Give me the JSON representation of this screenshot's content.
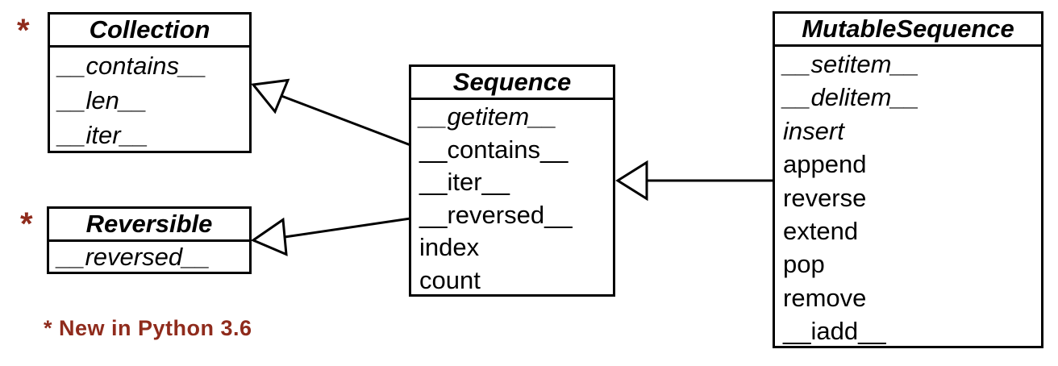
{
  "diagram": {
    "type": "uml-class-diagram",
    "title_semantics": "Python collections.abc sequence class hierarchy",
    "footnote": "* New in Python 3.6",
    "asterisk": "*",
    "accent_color": "#8f2b1c",
    "line_color": "#000000",
    "background_color": "#ffffff"
  },
  "classes": {
    "collection": {
      "title": "Collection",
      "new_in_python_36": true,
      "members": [
        {
          "name": "__contains__",
          "abstract": true
        },
        {
          "name": "__len__",
          "abstract": true
        },
        {
          "name": "__iter__",
          "abstract": true
        }
      ]
    },
    "reversible": {
      "title": "Reversible",
      "new_in_python_36": true,
      "members": [
        {
          "name": "__reversed__",
          "abstract": true
        }
      ]
    },
    "sequence": {
      "title": "Sequence",
      "members": [
        {
          "name": "__getitem__",
          "abstract": true
        },
        {
          "name": "__contains__",
          "abstract": false
        },
        {
          "name": "__iter__",
          "abstract": false
        },
        {
          "name": "__reversed__",
          "abstract": false
        },
        {
          "name": "index",
          "abstract": false
        },
        {
          "name": "count",
          "abstract": false
        }
      ]
    },
    "mutable_sequence": {
      "title": "MutableSequence",
      "members": [
        {
          "name": "__setitem__",
          "abstract": true
        },
        {
          "name": "__delitem__",
          "abstract": true
        },
        {
          "name": "insert",
          "abstract": true
        },
        {
          "name": "append",
          "abstract": false
        },
        {
          "name": "reverse",
          "abstract": false
        },
        {
          "name": "extend",
          "abstract": false
        },
        {
          "name": "pop",
          "abstract": false
        },
        {
          "name": "remove",
          "abstract": false
        },
        {
          "name": "__iadd__",
          "abstract": false
        }
      ]
    }
  },
  "relationships": [
    {
      "from": "Sequence",
      "to": "Collection",
      "type": "inheritance"
    },
    {
      "from": "Sequence",
      "to": "Reversible",
      "type": "inheritance"
    },
    {
      "from": "MutableSequence",
      "to": "Sequence",
      "type": "inheritance"
    }
  ]
}
